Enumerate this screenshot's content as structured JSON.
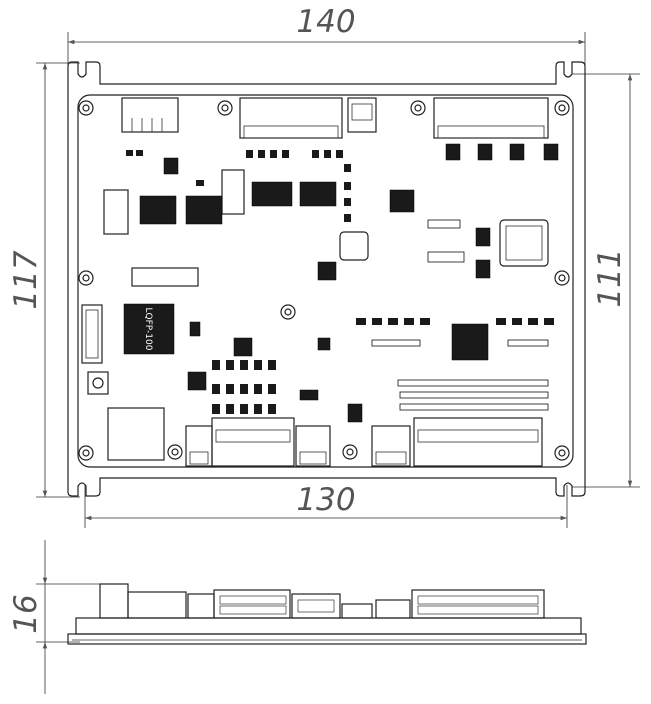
{
  "dimensions": {
    "top_width": "140",
    "bottom_width": "130",
    "left_height": "117",
    "right_height": "111",
    "side_height": "16"
  },
  "chip_marking": "LQFP-100",
  "colors": {
    "line": "#222222",
    "dimension_text": "#555555",
    "component_fill": "#1a1a1a"
  }
}
